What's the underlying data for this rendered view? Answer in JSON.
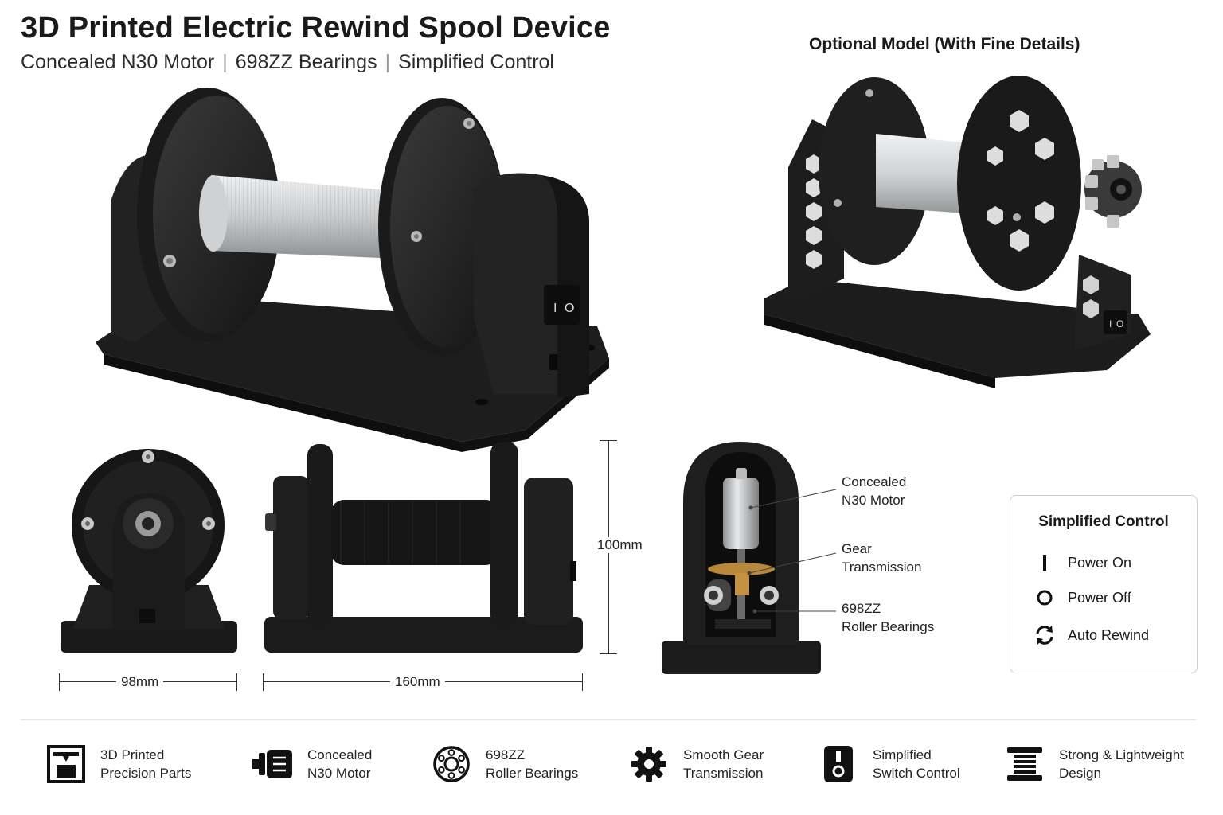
{
  "header": {
    "title": "3D Printed Electric Rewind Spool Device",
    "subtitle_parts": [
      "Concealed N30 Motor",
      "698ZZ Bearings",
      "Simplified Control"
    ],
    "optional_title": "Optional Model (With Fine Details)"
  },
  "dimensions": {
    "width": "98mm",
    "length": "160mm",
    "height": "100mm"
  },
  "callouts": [
    {
      "line1": "Concealed",
      "line2": "N30 Motor"
    },
    {
      "line1": "Gear",
      "line2": "Transmission"
    },
    {
      "line1": "698ZZ",
      "line2": "Roller Bearings"
    }
  ],
  "control": {
    "title": "Simplified Control",
    "items": [
      {
        "icon": "power-on-icon",
        "label": "Power On"
      },
      {
        "icon": "power-off-icon",
        "label": "Power Off"
      },
      {
        "icon": "auto-rewind-icon",
        "label": "Auto Rewind"
      }
    ]
  },
  "switch_symbols": {
    "on": "I",
    "off": "O"
  },
  "features": [
    {
      "icon": "3d-printer-icon",
      "line1": "3D Printed",
      "line2": "Precision Parts"
    },
    {
      "icon": "motor-icon",
      "line1": "Concealed",
      "line2": "N30 Motor"
    },
    {
      "icon": "bearing-icon",
      "line1": "698ZZ",
      "line2": "Roller Bearings"
    },
    {
      "icon": "gear-icon",
      "line1": "Smooth Gear",
      "line2": "Transmission"
    },
    {
      "icon": "switch-icon",
      "line1": "Simplified",
      "line2": "Switch Control"
    },
    {
      "icon": "spool-icon",
      "line1": "Strong & Lightweight",
      "line2": "Design"
    }
  ],
  "colors": {
    "body": "#1c1c1c",
    "filament": "#d9dadb",
    "accent_brass": "#b8893a"
  }
}
